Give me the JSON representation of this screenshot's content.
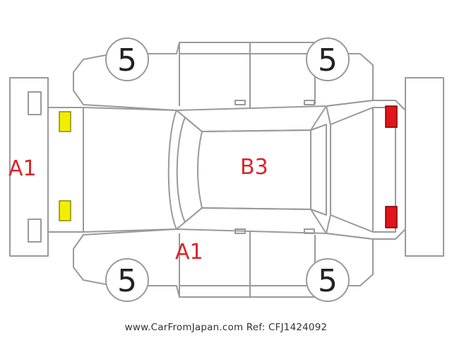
{
  "tires": {
    "front_left": "5",
    "rear_left": "5",
    "front_right": "5",
    "rear_right": "5"
  },
  "damage_codes": {
    "front_bumper": "A1",
    "roof": "B3",
    "left_side_front": "A1"
  },
  "colors": {
    "damage_text": "#d8262c",
    "headlight_marker": "#f2ee00",
    "taillight_marker": "#e1151b",
    "outline": "#9a9a9a"
  },
  "footer": {
    "text": "www.CarFromJapan.com Ref: CFJ1424092"
  }
}
